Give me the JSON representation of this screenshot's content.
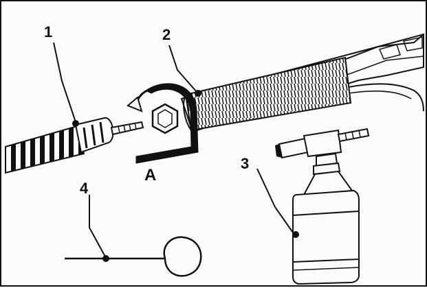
{
  "callouts": {
    "c1": "1",
    "c2": "2",
    "c3": "3",
    "c4": "4",
    "section": "A"
  },
  "colors": {
    "ink": "#111111",
    "paper": "#fbfbfb"
  },
  "icons": [
    "screwdriver",
    "sealant-coil-tube",
    "wrap-around-tool",
    "rivet-gun",
    "bottle",
    "wire-loop"
  ]
}
